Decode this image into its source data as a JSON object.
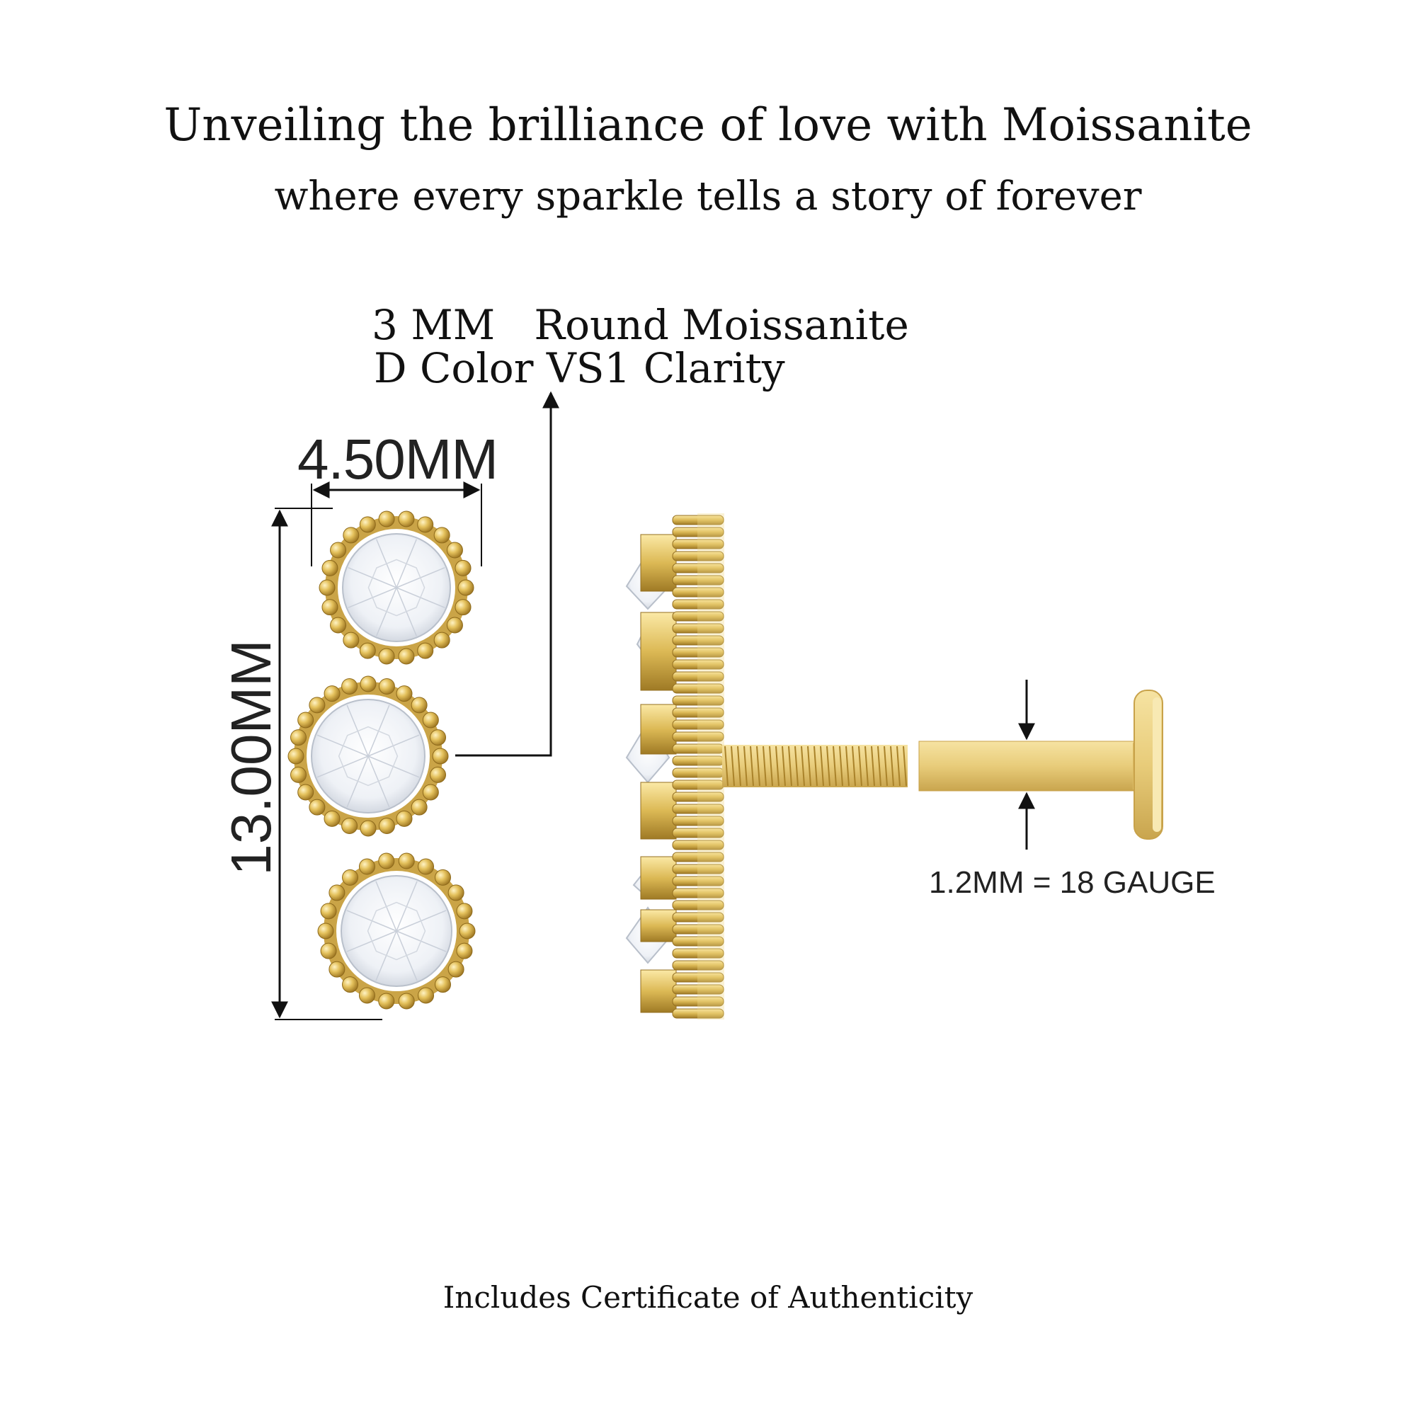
{
  "header": {
    "headline": "Unveiling the brilliance of love with Moissanite",
    "subheadline": "where every sparkle tells a story of forever"
  },
  "specs": {
    "stone_line": "3 MM   Round Moissanite",
    "quality_line": "D Color VS1 Clarity"
  },
  "dimensions": {
    "width_label": "4.50MM",
    "length_label": "13.00MM",
    "gauge_label": "1.2MM = 18 GAUGE"
  },
  "footer": {
    "certificate": "Includes Certificate of Authenticity"
  },
  "colors": {
    "gold": "#d9b24a",
    "gold_dark": "#a9822a",
    "gold_light": "#f4dc8c",
    "stone": "#eef1f6",
    "line": "#111111"
  }
}
